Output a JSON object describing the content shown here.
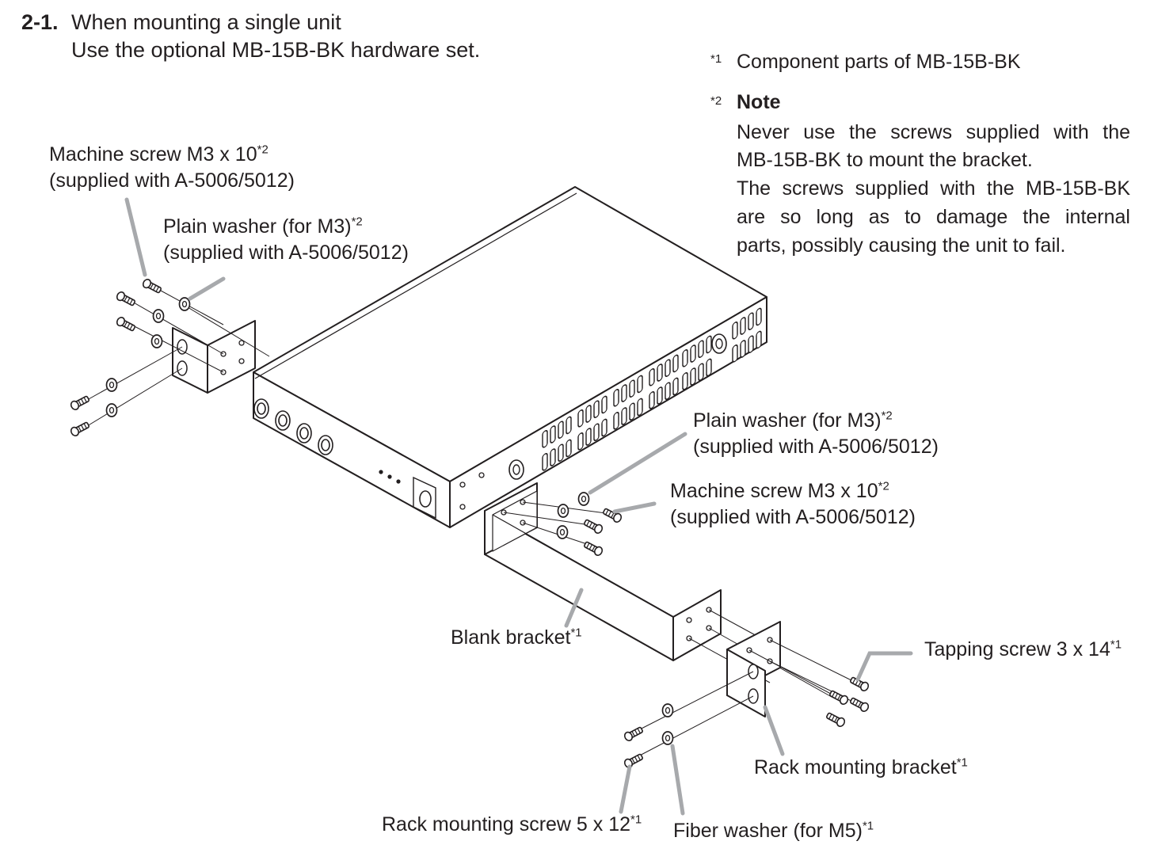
{
  "heading": {
    "number": "2-1.",
    "line1": "When mounting a single unit",
    "line2": "Use the optional MB-15B-BK hardware set."
  },
  "footnotes": {
    "fn1_marker": "*1",
    "fn1_text": "Component parts of MB-15B-BK",
    "fn2_marker": "*2",
    "fn2_title": "Note",
    "fn2_line1": "Never use the screws supplied with the",
    "fn2_line2": "MB-15B-BK to mount the bracket.",
    "fn2_line3": "The screws supplied with the MB-15B-BK",
    "fn2_line4": "are so long as to damage the internal",
    "fn2_line5": "parts, possibly causing the unit to fail."
  },
  "labels": {
    "machine_screw_left": {
      "name": "Machine screw M3 x 10",
      "mark": "*2",
      "sub": "(supplied with A-5006/5012)"
    },
    "plain_washer_left": {
      "name": "Plain washer (for M3)",
      "mark": "*2",
      "sub": "(supplied with A-5006/5012)"
    },
    "plain_washer_right": {
      "name": "Plain washer (for M3)",
      "mark": "*2",
      "sub": "(supplied with A-5006/5012)"
    },
    "machine_screw_right": {
      "name": "Machine screw M3 x 10",
      "mark": "*2",
      "sub": "(supplied with A-5006/5012)"
    },
    "blank_bracket": {
      "name": "Blank bracket",
      "mark": "*1"
    },
    "tapping_screw": {
      "name": "Tapping screw 3 x 14",
      "mark": "*1"
    },
    "rack_bracket": {
      "name": "Rack mounting bracket",
      "mark": "*1"
    },
    "rack_screw": {
      "name": "Rack mounting screw 5 x 12",
      "mark": "*1"
    },
    "fiber_washer": {
      "name": "Fiber washer (for M5)",
      "mark": "*1"
    }
  }
}
